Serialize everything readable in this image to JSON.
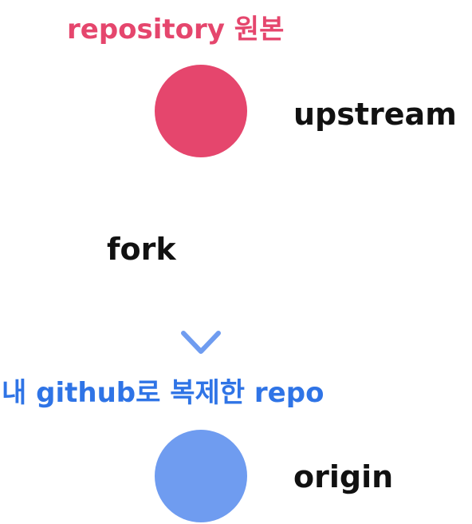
{
  "top_title": "repository 원본",
  "bottom_title": "내 github로 복제한 repo",
  "nodes": [
    {
      "id": "upstream",
      "label": "upstream",
      "color": "#e5466d"
    },
    {
      "id": "origin",
      "label": "origin",
      "color": "#6f9cf0"
    }
  ],
  "edge": {
    "label": "fork",
    "from": "upstream",
    "to": "origin",
    "gradient": [
      "#e5466d",
      "#6f9cf0"
    ]
  },
  "colors": {
    "upstream_text": "#e5466d",
    "origin_text": "#2f74e6",
    "label_text": "#111111"
  }
}
